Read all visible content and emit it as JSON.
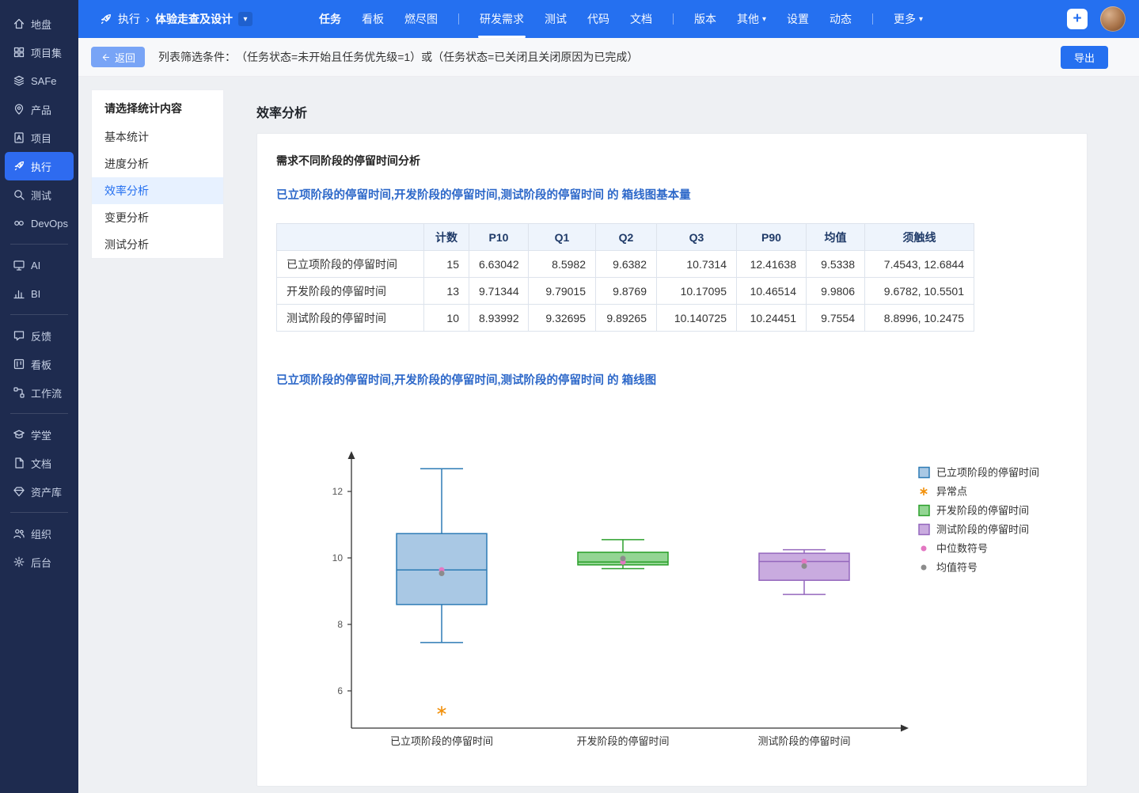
{
  "sidebar": {
    "groups": [
      {
        "items": [
          {
            "id": "home",
            "label": "地盘"
          },
          {
            "id": "portfolio",
            "label": "项目集"
          },
          {
            "id": "safe",
            "label": "SAFe"
          },
          {
            "id": "product",
            "label": "产品"
          },
          {
            "id": "project",
            "label": "项目"
          },
          {
            "id": "execute",
            "label": "执行",
            "active": true
          },
          {
            "id": "test",
            "label": "测试"
          },
          {
            "id": "devops",
            "label": "DevOps"
          }
        ]
      },
      {
        "items": [
          {
            "id": "ai",
            "label": "AI"
          },
          {
            "id": "bi",
            "label": "BI"
          }
        ]
      },
      {
        "items": [
          {
            "id": "feedback",
            "label": "反馈"
          },
          {
            "id": "kanban",
            "label": "看板"
          },
          {
            "id": "workflow",
            "label": "工作流"
          }
        ]
      },
      {
        "items": [
          {
            "id": "school",
            "label": "学堂"
          },
          {
            "id": "docs",
            "label": "文档"
          },
          {
            "id": "assets",
            "label": "资产库"
          }
        ]
      },
      {
        "items": [
          {
            "id": "org",
            "label": "组织"
          },
          {
            "id": "admin",
            "label": "后台"
          }
        ]
      }
    ]
  },
  "topbar": {
    "breadcrumb": {
      "root": "执行",
      "separator": "›",
      "current": "体验走查及设计"
    },
    "tabs": [
      {
        "id": "tasks",
        "label": "任务",
        "bold": true
      },
      {
        "id": "board",
        "label": "看板"
      },
      {
        "id": "burndown",
        "label": "燃尽图"
      },
      {
        "divider": true
      },
      {
        "id": "dev-requirements",
        "label": "研发需求",
        "active": true
      },
      {
        "id": "test",
        "label": "测试"
      },
      {
        "id": "code",
        "label": "代码"
      },
      {
        "id": "docs",
        "label": "文档"
      },
      {
        "divider": true
      },
      {
        "id": "versions",
        "label": "版本"
      },
      {
        "id": "others",
        "label": "其他",
        "caret": true
      },
      {
        "id": "settings",
        "label": "设置"
      },
      {
        "id": "activity",
        "label": "动态"
      },
      {
        "divider": true
      },
      {
        "id": "more",
        "label": "更多",
        "caret": true
      }
    ],
    "plus_label": "+"
  },
  "filterbar": {
    "back_label": "返回",
    "filter_label": "列表筛选条件：",
    "filter_text": "（任务状态=未开始且任务优先级=1）或（任务状态=已关闭且关闭原因为已完成）",
    "export_label": "导出"
  },
  "stats_panel": {
    "title": "请选择统计内容",
    "items": [
      "基本统计",
      "进度分析",
      "效率分析",
      "变更分析",
      "测试分析"
    ],
    "selected": "效率分析"
  },
  "main": {
    "page_title": "效率分析",
    "section_title": "需求不同阶段的停留时间分析",
    "table_heading": "已立项阶段的停留时间,开发阶段的停留时间,测试阶段的停留时间 的 箱线图基本量",
    "chart_heading": "已立项阶段的停留时间,开发阶段的停留时间,测试阶段的停留时间 的 箱线图",
    "table": {
      "columns": [
        "",
        "计数",
        "P10",
        "Q1",
        "Q2",
        "Q3",
        "P90",
        "均值",
        "须触线"
      ],
      "rows": [
        [
          "已立项阶段的停留时间",
          "15",
          "6.63042",
          "8.5982",
          "9.6382",
          "10.7314",
          "12.41638",
          "9.5338",
          "7.4543, 12.6844"
        ],
        [
          "开发阶段的停留时间",
          "13",
          "9.71344",
          "9.79015",
          "9.8769",
          "10.17095",
          "10.46514",
          "9.9806",
          "9.6782, 10.5501"
        ],
        [
          "测试阶段的停留时间",
          "10",
          "8.93992",
          "9.32695",
          "9.89265",
          "10.140725",
          "10.24451",
          "9.7554",
          "8.8996, 10.2475"
        ]
      ]
    }
  },
  "chart_data": {
    "type": "boxplot",
    "categories": [
      "已立项阶段的停留时间",
      "开发阶段的停留时间",
      "测试阶段的停留时间"
    ],
    "series": [
      {
        "name": "已立项阶段的停留时间",
        "color": "#2d7bb5",
        "fill": "#a9c8e4",
        "whisker_low": 7.4543,
        "q1": 8.5982,
        "median": 9.6382,
        "q3": 10.7314,
        "whisker_high": 12.6844,
        "mean": 9.5338,
        "count": 15,
        "p10": 6.63042,
        "p90": 12.41638,
        "outliers": [
          5.4
        ]
      },
      {
        "name": "开发阶段的停留时间",
        "color": "#2ca02c",
        "fill": "#93d593",
        "whisker_low": 9.6782,
        "q1": 9.79015,
        "median": 9.8769,
        "q3": 10.17095,
        "whisker_high": 10.5501,
        "mean": 9.9806,
        "count": 13,
        "p10": 9.71344,
        "p90": 10.46514,
        "outliers": []
      },
      {
        "name": "测试阶段的停留时间",
        "color": "#9467bd",
        "fill": "#c9abdf",
        "whisker_low": 8.8996,
        "q1": 9.32695,
        "median": 9.89265,
        "q3": 10.140725,
        "whisker_high": 10.2475,
        "mean": 9.7554,
        "count": 10,
        "p10": 8.93992,
        "p90": 10.24451,
        "outliers": []
      }
    ],
    "yticks": [
      6,
      8,
      10,
      12
    ],
    "grid": false,
    "legend_position": "right",
    "median_color": "#e377c2",
    "mean_color": "#8c8c8c",
    "outlier_color": "#f2900a",
    "legend": [
      {
        "symbol": "box",
        "color": "#a9c8e4",
        "border": "#2d7bb5",
        "label": "已立项阶段的停留时间"
      },
      {
        "symbol": "asterisk",
        "color": "#f2900a",
        "label": "异常点"
      },
      {
        "symbol": "box",
        "color": "#93d593",
        "border": "#2ca02c",
        "label": "开发阶段的停留时间"
      },
      {
        "symbol": "box",
        "color": "#c9abdf",
        "border": "#9467bd",
        "label": "测试阶段的停留时间"
      },
      {
        "symbol": "dot",
        "color": "#e377c2",
        "label": "中位数符号"
      },
      {
        "symbol": "dot",
        "color": "#8c8c8c",
        "label": "均值符号"
      }
    ]
  }
}
